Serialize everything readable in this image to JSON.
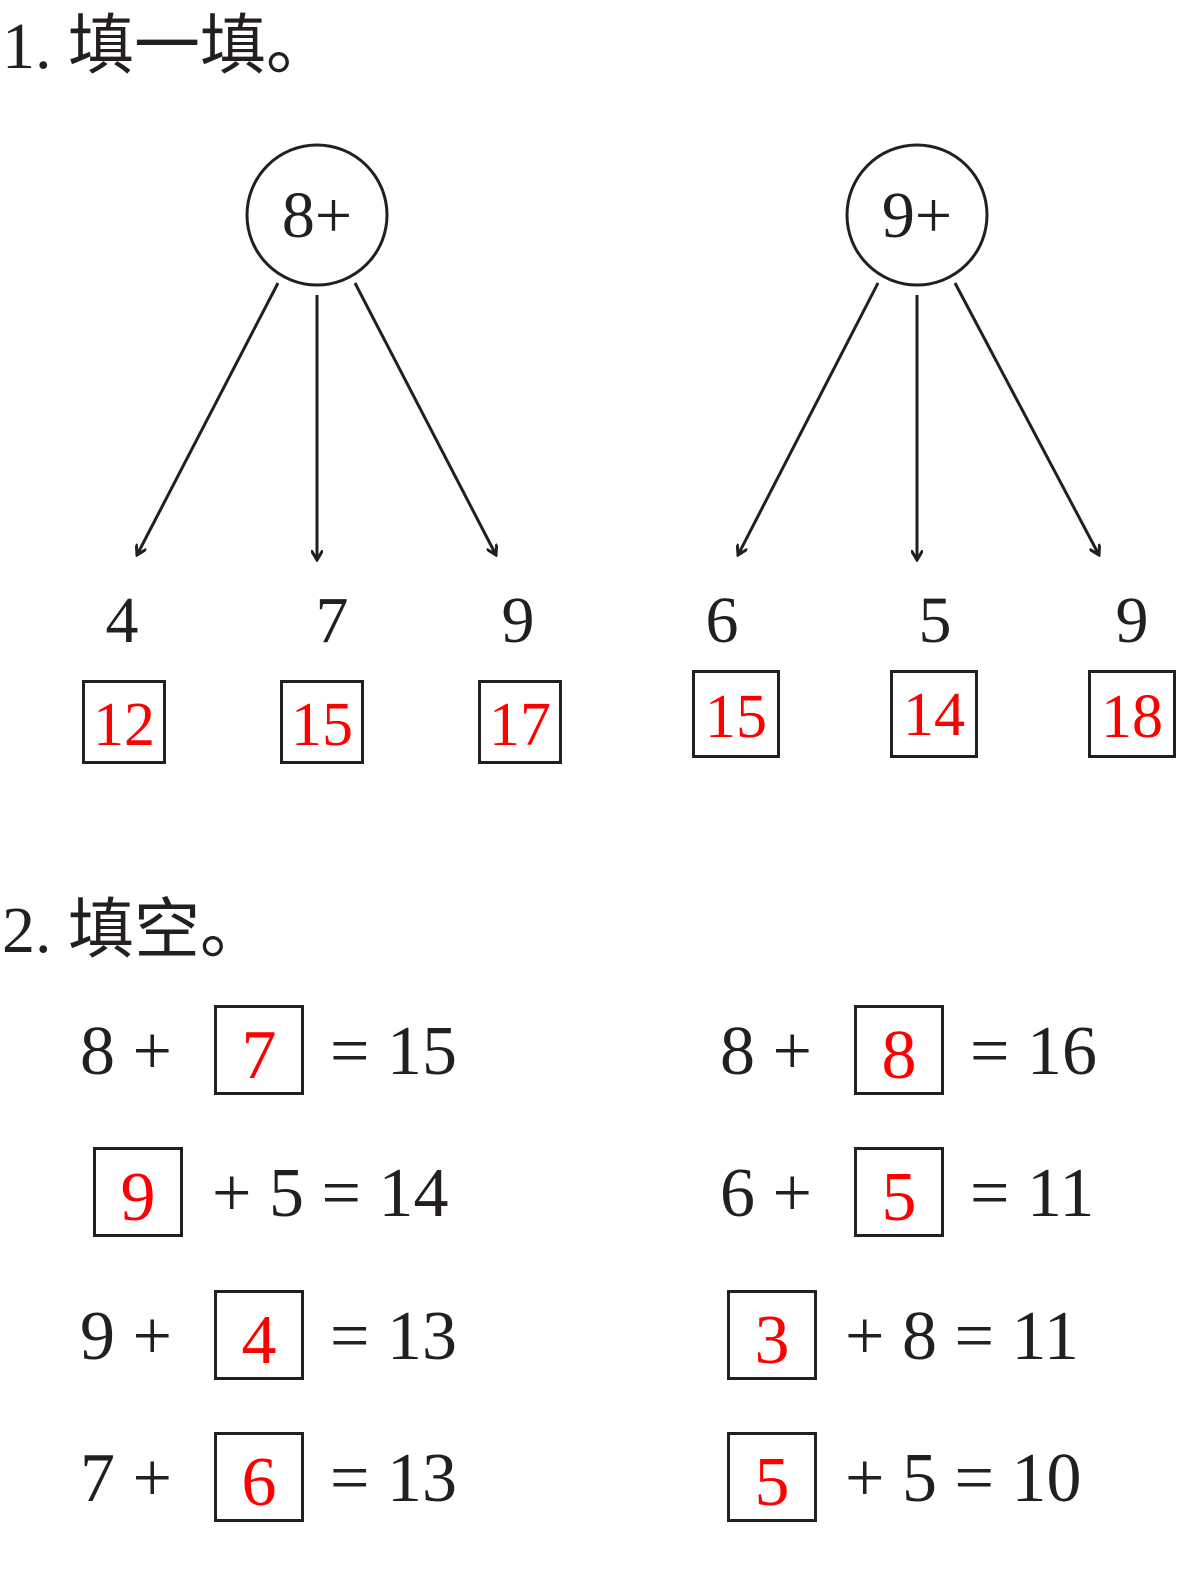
{
  "q1": {
    "heading": "1. 填一填。",
    "trees": [
      {
        "root": "8+",
        "leaves": [
          {
            "number": "4",
            "answer": "12"
          },
          {
            "number": "7",
            "answer": "15"
          },
          {
            "number": "9",
            "answer": "17"
          }
        ]
      },
      {
        "root": "9+",
        "leaves": [
          {
            "number": "6",
            "answer": "15"
          },
          {
            "number": "5",
            "answer": "14"
          },
          {
            "number": "9",
            "answer": "18"
          }
        ]
      }
    ]
  },
  "q2": {
    "heading": "2. 填空。",
    "equations": [
      {
        "prefix": "8 +",
        "blank": "7",
        "suffix": "= 15"
      },
      {
        "prefix": "8 +",
        "blank": "8",
        "suffix": "= 16"
      },
      {
        "prefix": "",
        "blank": "9",
        "suffix": "+ 5 = 14"
      },
      {
        "prefix": "6 +",
        "blank": "5",
        "suffix": "= 11"
      },
      {
        "prefix": "9 +",
        "blank": "4",
        "suffix": "= 13"
      },
      {
        "prefix": "",
        "blank": "3",
        "suffix": "+ 8 = 11"
      },
      {
        "prefix": "7 +",
        "blank": "6",
        "suffix": "= 13"
      },
      {
        "prefix": "",
        "blank": "5",
        "suffix": "+ 5 = 10"
      }
    ]
  },
  "colors": {
    "ink": "#231f20",
    "answer": "#ff0000"
  }
}
